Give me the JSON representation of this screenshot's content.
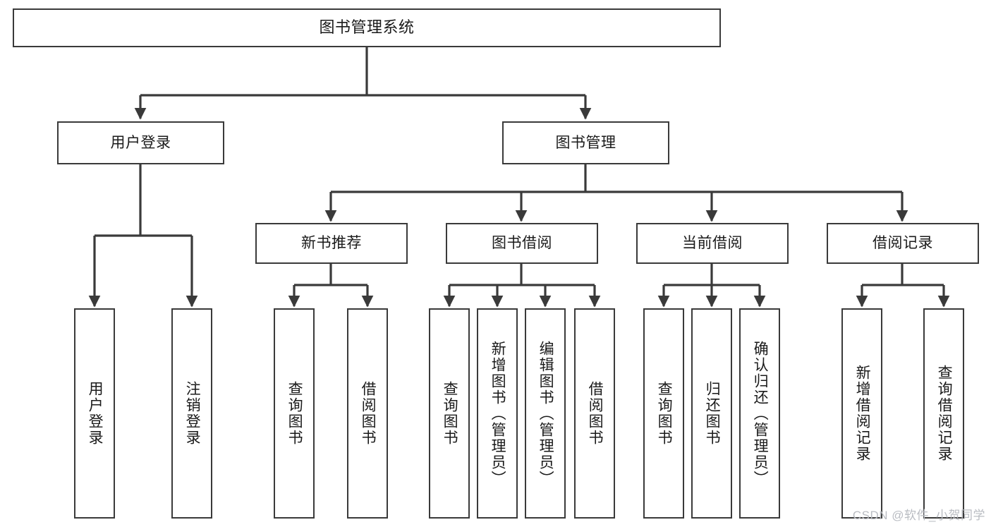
{
  "diagram": {
    "title": "图书管理系统",
    "type": "tree-hierarchy-diagram",
    "watermark": "CSDN @软件_小贺同学",
    "colors": {
      "stroke": "#3a3a3a",
      "fill": "#ffffff",
      "text": "#1a1a1a",
      "watermark": "#b9bcc2"
    },
    "levels": {
      "root": {
        "label": "图书管理系统"
      },
      "level2": [
        {
          "id": "user-login",
          "label": "用户登录"
        },
        {
          "id": "book-management",
          "label": "图书管理"
        }
      ],
      "level3": [
        {
          "id": "new-book-recommend",
          "label": "新书推荐",
          "parent": "book-management"
        },
        {
          "id": "book-borrow",
          "label": "图书借阅",
          "parent": "book-management"
        },
        {
          "id": "current-borrow",
          "label": "当前借阅",
          "parent": "book-management"
        },
        {
          "id": "borrow-record",
          "label": "借阅记录",
          "parent": "book-management"
        }
      ],
      "leaves": [
        {
          "id": "leaf-user-login",
          "label": "用户登录",
          "parent": "user-login"
        },
        {
          "id": "leaf-logout-login",
          "label": "注销登录",
          "parent": "user-login"
        },
        {
          "id": "leaf-query-book-1",
          "label": "查询图书",
          "parent": "new-book-recommend"
        },
        {
          "id": "leaf-borrow-book-1",
          "label": "借阅图书",
          "parent": "new-book-recommend"
        },
        {
          "id": "leaf-query-book-2",
          "label": "查询图书",
          "parent": "book-borrow"
        },
        {
          "id": "leaf-add-book",
          "label": "新增图书（管理员）",
          "parent": "book-borrow"
        },
        {
          "id": "leaf-edit-book",
          "label": "编辑图书（管理员）",
          "parent": "book-borrow"
        },
        {
          "id": "leaf-borrow-book-2",
          "label": "借阅图书",
          "parent": "book-borrow"
        },
        {
          "id": "leaf-query-book-3",
          "label": "查询图书",
          "parent": "current-borrow"
        },
        {
          "id": "leaf-return-book",
          "label": "归还图书",
          "parent": "current-borrow"
        },
        {
          "id": "leaf-confirm-return",
          "label": "确认归还（管理员）",
          "parent": "current-borrow"
        },
        {
          "id": "leaf-add-record",
          "label": "新增借阅记录",
          "parent": "borrow-record"
        },
        {
          "id": "leaf-query-record",
          "label": "查询借阅记录",
          "parent": "borrow-record"
        }
      ]
    }
  }
}
